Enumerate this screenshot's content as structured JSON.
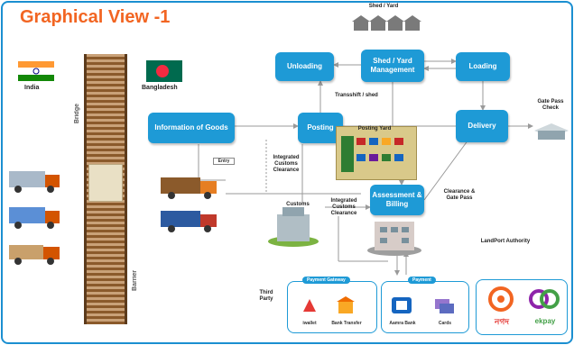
{
  "title": "Graphical View -1",
  "nodes": {
    "information_of_goods": "Information of Goods",
    "posting": "Posting",
    "unloading": "Unloading",
    "shed_yard_management": "Shed / Yard Management",
    "loading": "Loading",
    "delivery": "Delivery",
    "assessment_billing": "Assessment & Billing"
  },
  "labels": {
    "india": "India",
    "bangladesh": "Bangladesh",
    "bridge": "Bridge",
    "barrier": "Barrier",
    "shed_yard_top": "Shed / Yard",
    "transshift_shed": "Transshift / shed",
    "posting_yard": "Posting Yard",
    "entry": "Entry",
    "integrated_customs_clearance_1": "Integrated Customs Clearance",
    "integrated_customs_clearance_2": "Integrated Customs Clearance",
    "customs": "Customs",
    "clearance_gate_pass": "Clearance & Gate Pass",
    "gate_pass_check": "Gate Pass Check",
    "land_port_authority": "LandPort Authority",
    "third_party": "Third Party",
    "payment_gateway": "Payment Gateway",
    "payment": "Payment",
    "iwallet": "iwallet",
    "bank_transfer": "Bank Transfer",
    "bank": "Aamra Bank",
    "cards": "Cards",
    "nagad": "নগদ",
    "ekpay": "ekpay"
  },
  "colors": {
    "title": "#f26522",
    "node": "#1e9ad6",
    "frame": "#1b8fd1",
    "line": "#9a9a9a"
  }
}
